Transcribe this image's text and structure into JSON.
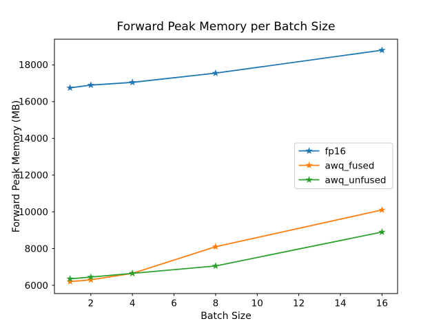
{
  "figure": {
    "background": "#ffffff",
    "frame_color": "#000000",
    "legend_border_color": "#cccccc"
  },
  "chart_data": {
    "type": "line",
    "title": "Forward Peak Memory per Batch Size",
    "xlabel": "Batch Size",
    "ylabel": "Forward Peak Memory (MB)",
    "x": [
      1,
      2,
      4,
      8,
      16
    ],
    "series": [
      {
        "name": "fp16",
        "color": "#1f77b4",
        "marker": "star",
        "values": [
          16750,
          16900,
          17050,
          17550,
          18800
        ]
      },
      {
        "name": "awq_fused",
        "color": "#ff7f0e",
        "marker": "star",
        "values": [
          6200,
          6300,
          6650,
          8100,
          10100
        ]
      },
      {
        "name": "awq_unfused",
        "color": "#2ca02c",
        "marker": "star",
        "values": [
          6350,
          6450,
          6650,
          7050,
          8900
        ]
      }
    ],
    "xticks": [
      2,
      4,
      6,
      8,
      10,
      12,
      14,
      16
    ],
    "yticks": [
      6000,
      8000,
      10000,
      12000,
      14000,
      16000,
      18000
    ],
    "xlim": [
      0.25,
      16.75
    ],
    "ylim": [
      5550,
      19400
    ],
    "grid": false,
    "legend_position": "center right"
  }
}
